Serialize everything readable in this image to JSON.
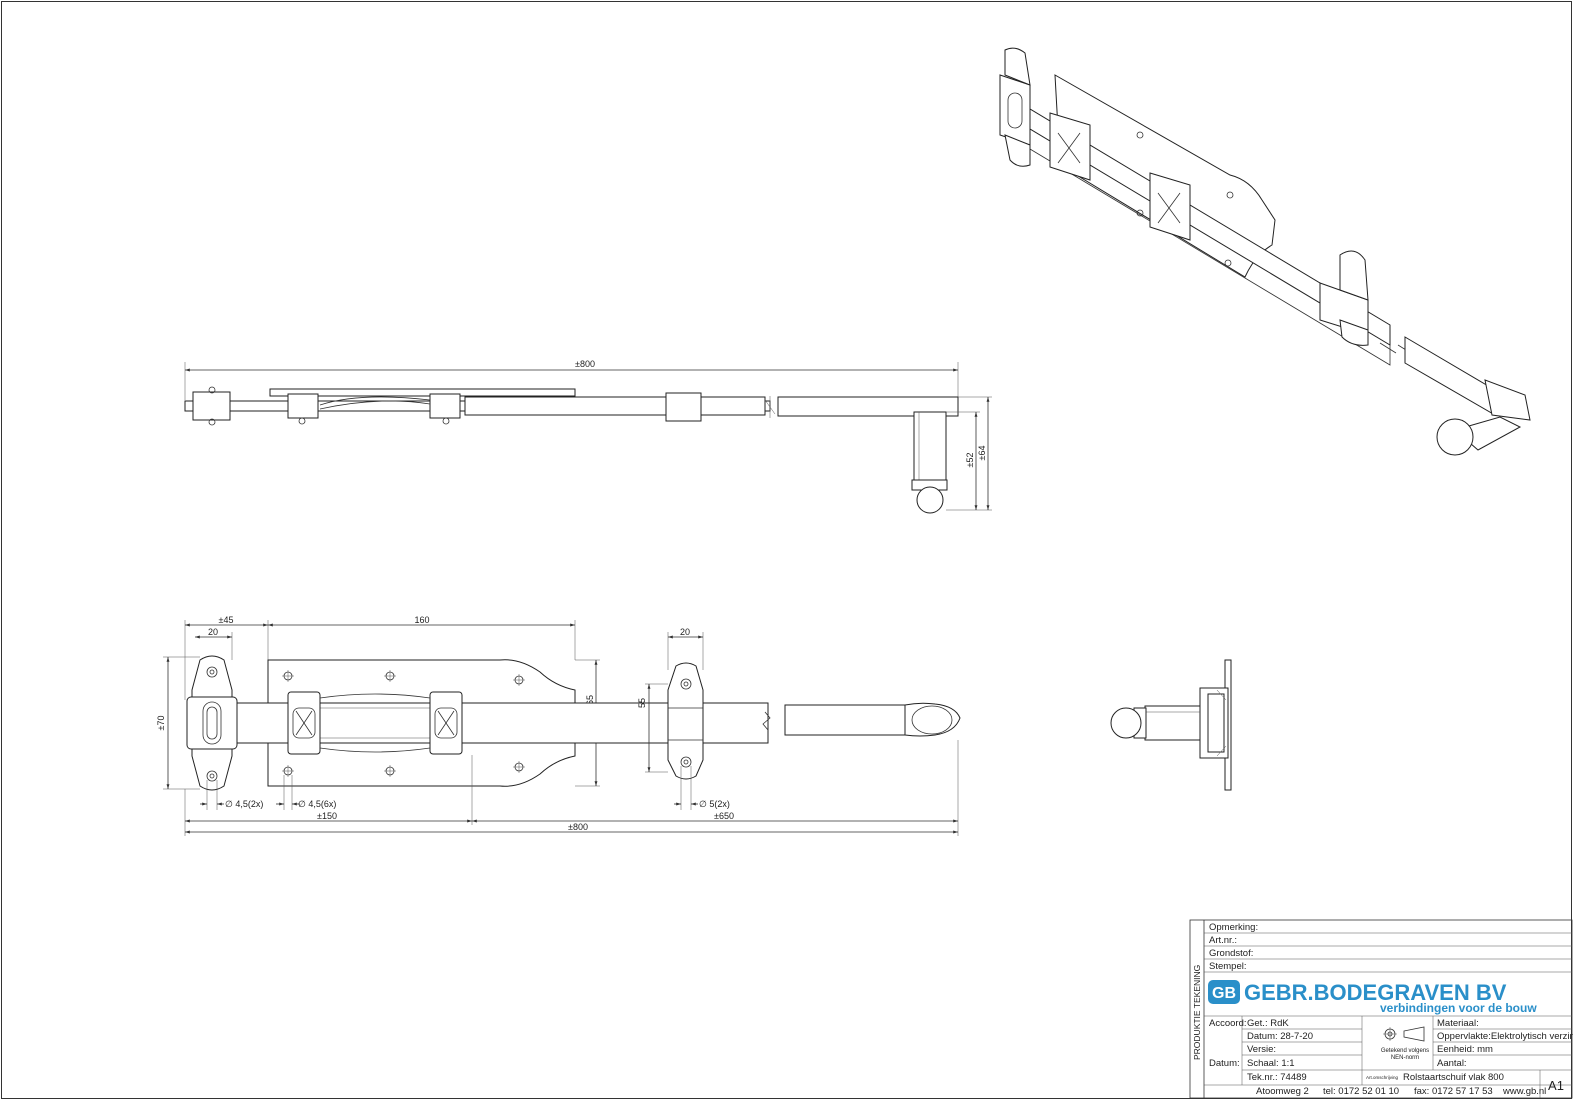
{
  "dimensions": {
    "side_length": "±800",
    "side_h1": "±52",
    "side_h2": "±64",
    "w45": "±45",
    "w20a": "20",
    "w160": "160",
    "w20b": "20",
    "h70": "±70",
    "h65": "65",
    "h55": "55",
    "d45_2x": "∅ 4,5(2x)",
    "d45_6x": "∅ 4,5(6x)",
    "d5_2x": "∅ 5(2x)",
    "l150": "±150",
    "l650": "±650",
    "l800": "±800"
  },
  "title_block": {
    "side_label": "PRODUKTIE TEKENING",
    "opmerking": "Opmerking:",
    "artnr": "Art.nr.:",
    "grondstof": "Grondstof:",
    "stempel": "Stempel:",
    "logo_mark": "GB",
    "company": "GEBR.BODEGRAVEN BV",
    "tagline": "verbindingen voor de bouw",
    "accoord": "Accoord:",
    "datum_label": "Datum:",
    "getekend": "Get.: RdK",
    "datum": "Datum: 28-7-20",
    "versie": "Versie:",
    "schaal": "Schaal: 1:1",
    "teknr": "Tek.nr.: 74489",
    "projection_note1": "Getekend volgens",
    "projection_note2": "NEN-norm",
    "materiaal": "Materiaal:",
    "oppervlakte": "Oppervlakte:Elektrolytisch verzinkt",
    "eenheid": "Eenheid: mm",
    "aantal": "Aantal:",
    "omschrijving_small": "Art.omschrijving",
    "omschrijving": "Rolstaartschuif vlak 800",
    "address": "Atoomweg 2",
    "tel": "tel: 0172 52 01 10",
    "fax": "fax: 0172 57 17 53",
    "web": "www.gb.nl",
    "format": "A1"
  }
}
